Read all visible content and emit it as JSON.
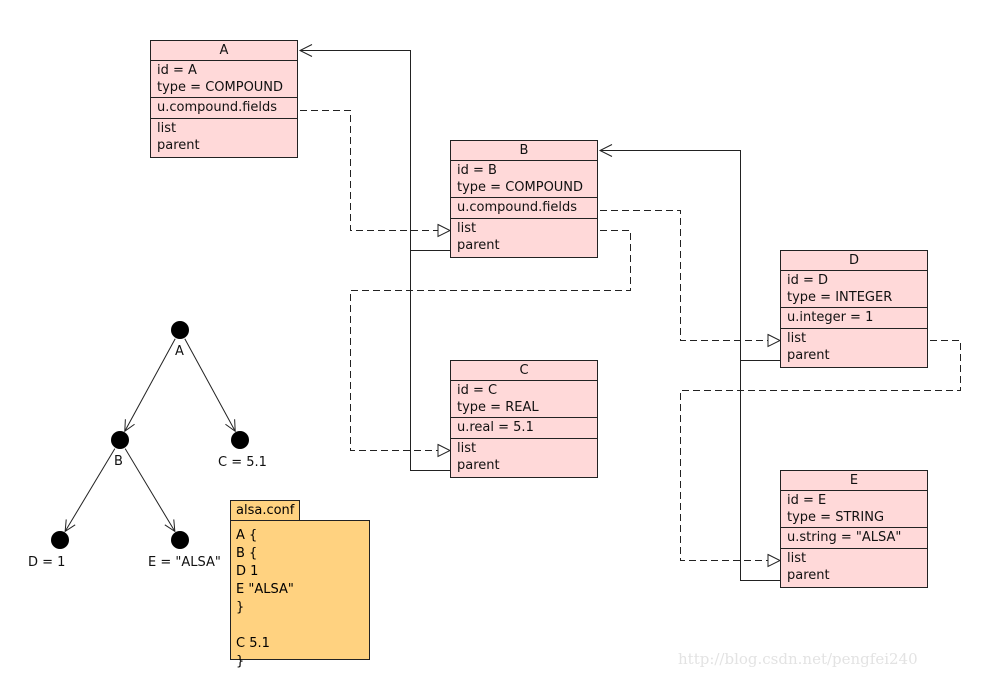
{
  "diagram": {
    "nodes": [
      {
        "key": "A",
        "title": "A",
        "fields": [
          "id = A",
          "type = COMPOUND"
        ],
        "value": "u.compound.fields",
        "links": [
          "list",
          "parent"
        ]
      },
      {
        "key": "B",
        "title": "B",
        "fields": [
          "id = B",
          "type = COMPOUND"
        ],
        "value": "u.compound.fields",
        "links": [
          "list",
          "parent"
        ]
      },
      {
        "key": "C",
        "title": "C",
        "fields": [
          "id = C",
          "type = REAL"
        ],
        "value": "u.real = 5.1",
        "links": [
          "list",
          "parent"
        ]
      },
      {
        "key": "D",
        "title": "D",
        "fields": [
          "id = D",
          "type = INTEGER"
        ],
        "value": "u.integer = 1",
        "links": [
          "list",
          "parent"
        ]
      },
      {
        "key": "E",
        "title": "E",
        "fields": [
          "id = E",
          "type = STRING"
        ],
        "value": "u.string = \"ALSA\"",
        "links": [
          "list",
          "parent"
        ]
      }
    ],
    "edges": [
      {
        "from": "A.u.compound.fields",
        "to": "B.list",
        "style": "dashed",
        "head": "hollow-triangle"
      },
      {
        "from": "B.list",
        "to": "C.list",
        "style": "dashed",
        "head": "hollow-triangle"
      },
      {
        "from": "B.u.compound.fields",
        "to": "D.list",
        "style": "dashed",
        "head": "hollow-triangle"
      },
      {
        "from": "D.list",
        "to": "E.list",
        "style": "dashed",
        "head": "hollow-triangle"
      },
      {
        "from": "B.parent",
        "to": "A",
        "style": "solid",
        "head": "open-arrow"
      },
      {
        "from": "C.parent",
        "to": "A",
        "style": "solid",
        "head": "open-arrow"
      },
      {
        "from": "D.parent",
        "to": "B",
        "style": "solid",
        "head": "open-arrow"
      },
      {
        "from": "E.parent",
        "to": "B",
        "style": "solid",
        "head": "open-arrow"
      }
    ]
  },
  "tree": {
    "nodes": [
      {
        "key": "A",
        "label": "A"
      },
      {
        "key": "B",
        "label": "B"
      },
      {
        "key": "C",
        "label": "C = 5.1"
      },
      {
        "key": "D",
        "label": "D = 1"
      },
      {
        "key": "E",
        "label": "E = \"ALSA\""
      }
    ],
    "edges": [
      [
        "A",
        "B"
      ],
      [
        "A",
        "C"
      ],
      [
        "B",
        "D"
      ],
      [
        "B",
        "E"
      ]
    ]
  },
  "config_file": {
    "name": "alsa.conf",
    "lines": [
      "A {",
      "   B {",
      "      D 1",
      "      E \"ALSA\"",
      "   }",
      "",
      "   C 5.1",
      "}"
    ]
  },
  "watermark": "http://blog.csdn.net/pengfei240",
  "colors": {
    "node_fill": "#ffd9d9",
    "file_fill": "#ffd280",
    "stroke": "#222222",
    "watermark": "#e3e3e3"
  }
}
